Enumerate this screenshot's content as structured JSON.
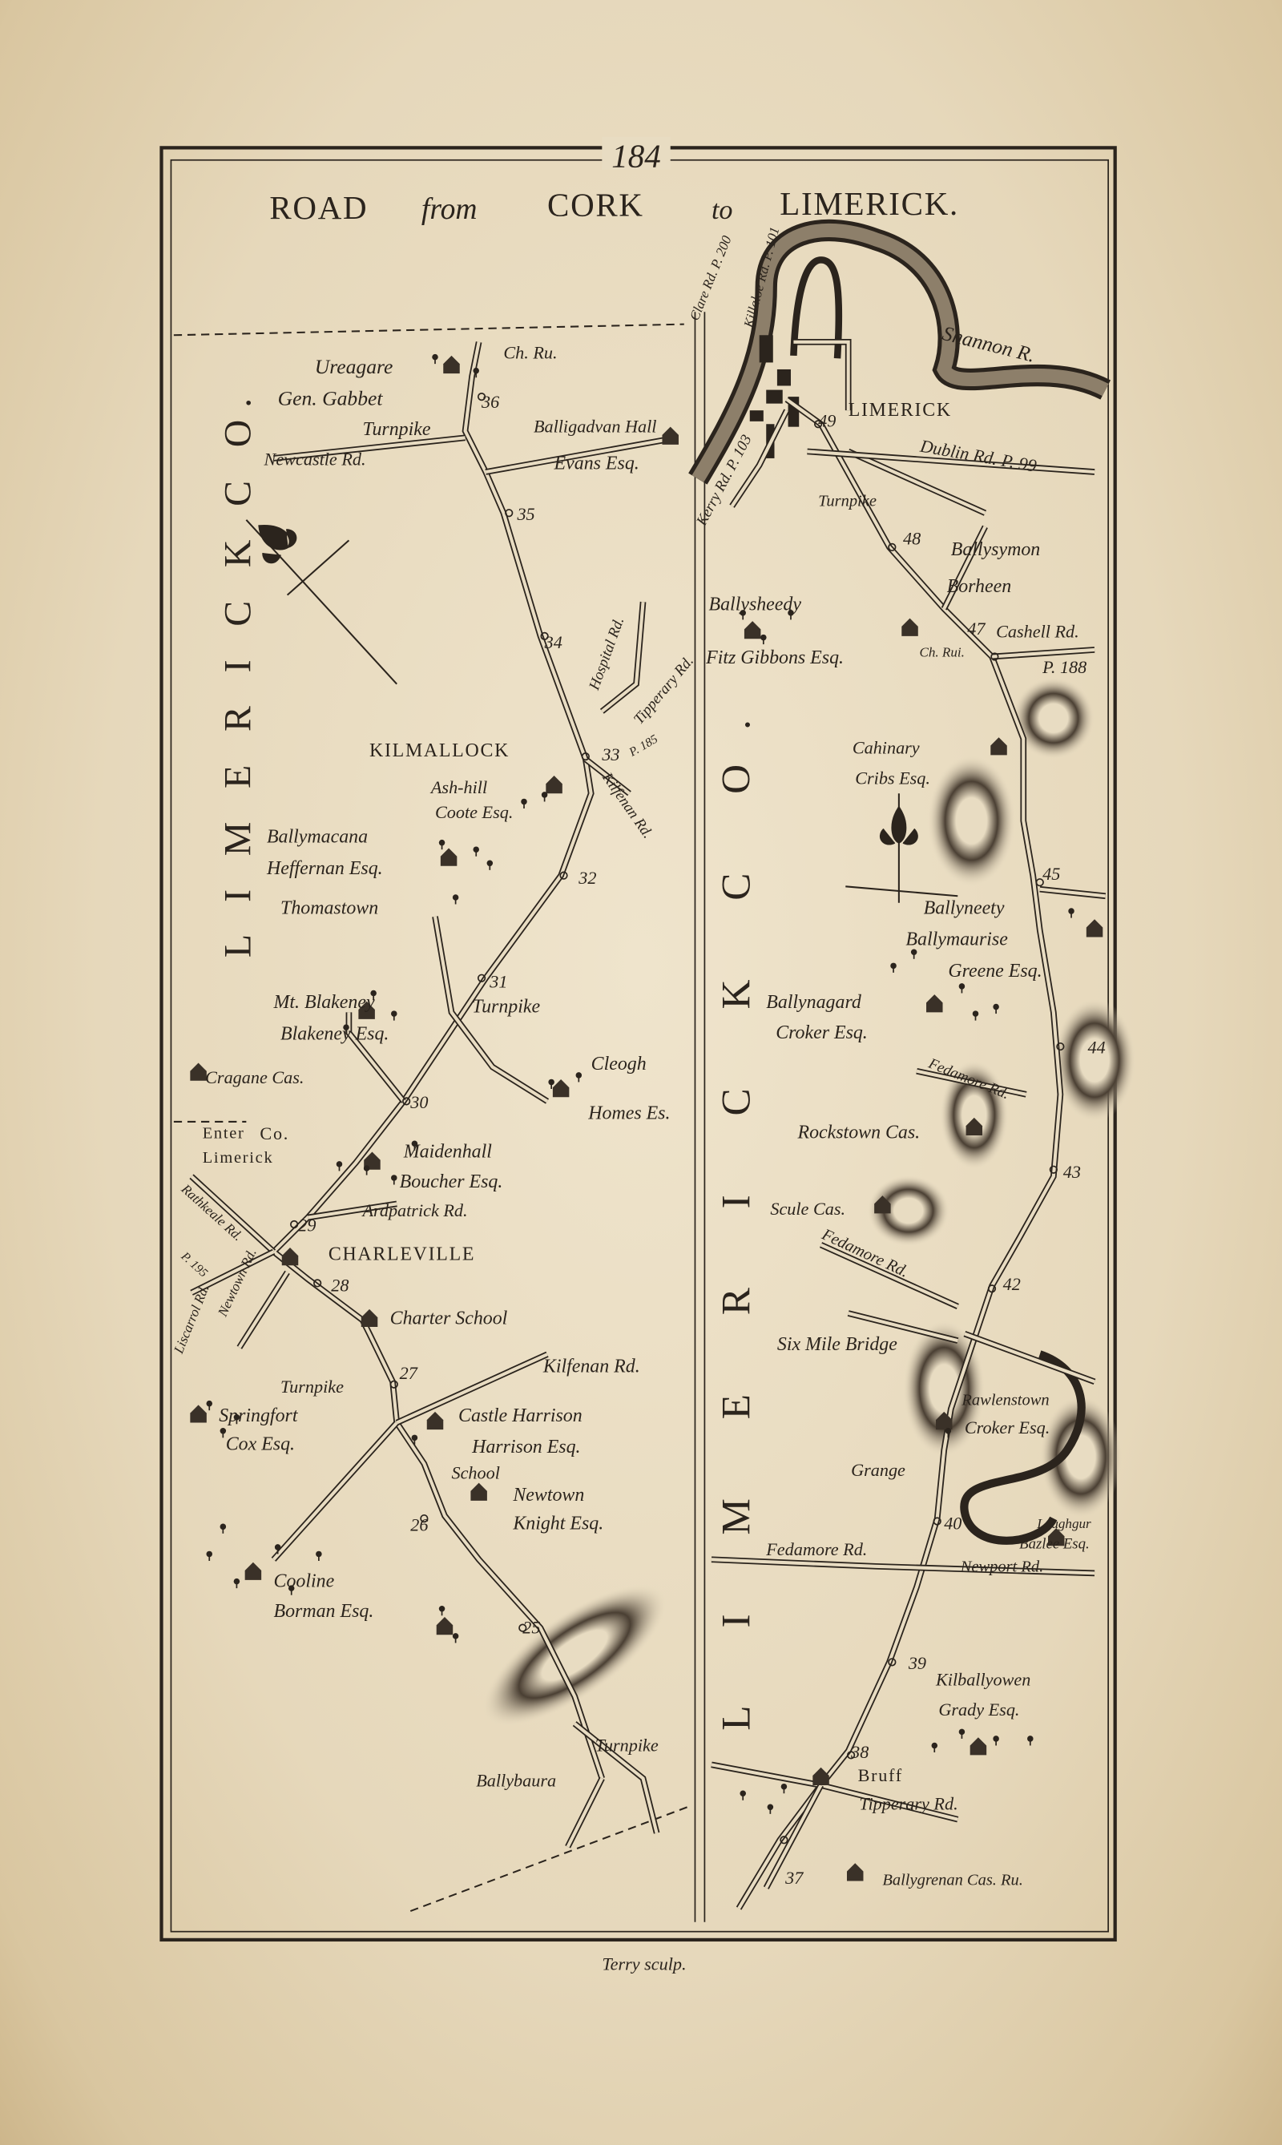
{
  "page_number": "184",
  "title": {
    "road": "ROAD",
    "from": "from",
    "origin": "CORK",
    "to": "to",
    "destination": "LIMERICK."
  },
  "engraver": "Terry sculp.",
  "colors": {
    "paper": "#e8dcc2",
    "ink": "#2b241d"
  },
  "labels": {
    "ch_ru": "Ch. Ru.",
    "ureagare": "Ureagare",
    "gen_gabbet": "Gen. Gabbet",
    "m36": "36",
    "turnpike_36": "Turnpike",
    "balligadvan": "Balligadvan Hall",
    "newcastle_rd": "Newcastle Rd.",
    "evans": "Evans Esq.",
    "m35": "35",
    "m34": "34",
    "hospital_rd": "Hospital Rd.",
    "tipperary_rd_l": "Tipperary Rd.",
    "p185": "P. 185",
    "kilmallock": "KILMALLOCK",
    "m33": "33",
    "ash_hill": "Ash-hill",
    "coote": "Coote Esq.",
    "kilfenan_rd_1": "Kilfenan Rd.",
    "ballymacana": "Ballymacana",
    "heffernan": "Heffernan Esq.",
    "m32": "32",
    "thomastown": "Thomastown",
    "county_left": "L I M E R I C K   C O.",
    "mt_blakeney": "Mt. Blakeney",
    "blakeney": "Blakeney Esq.",
    "m31": "31",
    "turnpike_31": "Turnpike",
    "cragane": "Cragane Cas.",
    "cleogh": "Cleogh",
    "homes": "Homes Es.",
    "m30": "30",
    "enter": "Enter",
    "limerick_small": "Limerick",
    "co": "Co.",
    "maidenhall": "Maidenhall",
    "boucher": "Boucher Esq.",
    "ardpatrick": "Ardpatrick Rd.",
    "m29": "29",
    "rathkeale": "Rathkeale Rd.",
    "p195": "P. 195",
    "charleville": "CHARLEVILLE",
    "newtown_rd": "Newtown Rd.",
    "m28": "28",
    "liscarrol": "Liscarrol Rd.",
    "charter_school": "Charter School",
    "turnpike_27": "Turnpike",
    "m27": "27",
    "kilfenan_rd_2": "Kilfenan Rd.",
    "springfort": "Springfort",
    "castle_harrison": "Castle Harrison",
    "cox": "Cox Esq.",
    "harrison": "Harrison Esq.",
    "school": "School",
    "newtown": "Newtown",
    "knight": "Knight Esq.",
    "m26": "26",
    "cooline": "Cooline",
    "borman": "Borman Esq.",
    "m25": "25",
    "turnpike_24": "Turnpike",
    "ballybaura": "Ballybaura",
    "clare_rd": "Clare Rd. P. 200",
    "killaloe_rd": "Killaloe Rd. P. 101",
    "shannon": "Shannon R.",
    "limerick_city": "LIMERICK",
    "m49": "49",
    "dublin_rd": "Dublin Rd. P. 99",
    "kerry_rd": "Kerry Rd. P. 103",
    "turnpike_49": "Turnpike",
    "m48": "48",
    "ballysymon": "Ballysymon",
    "borheen": "Borheen",
    "ballysheedy": "Ballysheedy",
    "m47": "47",
    "cashell_rd": "Cashell Rd.",
    "ch_rui": "Ch. Rui.",
    "fitz_gibbons": "Fitz Gibbons Esq.",
    "p188": "P. 188",
    "cahinary": "Cahinary",
    "cribs": "Cribs Esq.",
    "county_right": "L I M E R I C K   C O.",
    "m45": "45",
    "ballyneety": "Ballyneety",
    "ballymaurise": "Ballymaurise",
    "greene": "Greene Esq.",
    "ballynagard": "Ballynagard",
    "croker_1": "Croker Esq.",
    "m44": "44",
    "fedamore_rd_1": "Fedamore Rd.",
    "rockstown": "Rockstown Cas.",
    "m43": "43",
    "scule": "Scule Cas.",
    "fedamore_rd_2": "Fedamore Rd.",
    "m42": "42",
    "six_mile": "Six Mile Bridge",
    "rawlenstown": "Rawlenstown",
    "croker_2": "Croker Esq.",
    "grange": "Grange",
    "m40": "40",
    "loughgur": "Loughgur",
    "bazlee": "Bazlee Esq.",
    "fedamore_rd_3": "Fedamore Rd.",
    "newport_rd": "Newport Rd.",
    "m39": "39",
    "kilballyowen": "Kilballyowen",
    "grady": "Grady Esq.",
    "m38": "38",
    "bruff": "Bruff",
    "tipperary_rd_r": "Tipperary Rd.",
    "m37": "37",
    "ballygrenan": "Ballygrenan Cas. Ru."
  }
}
